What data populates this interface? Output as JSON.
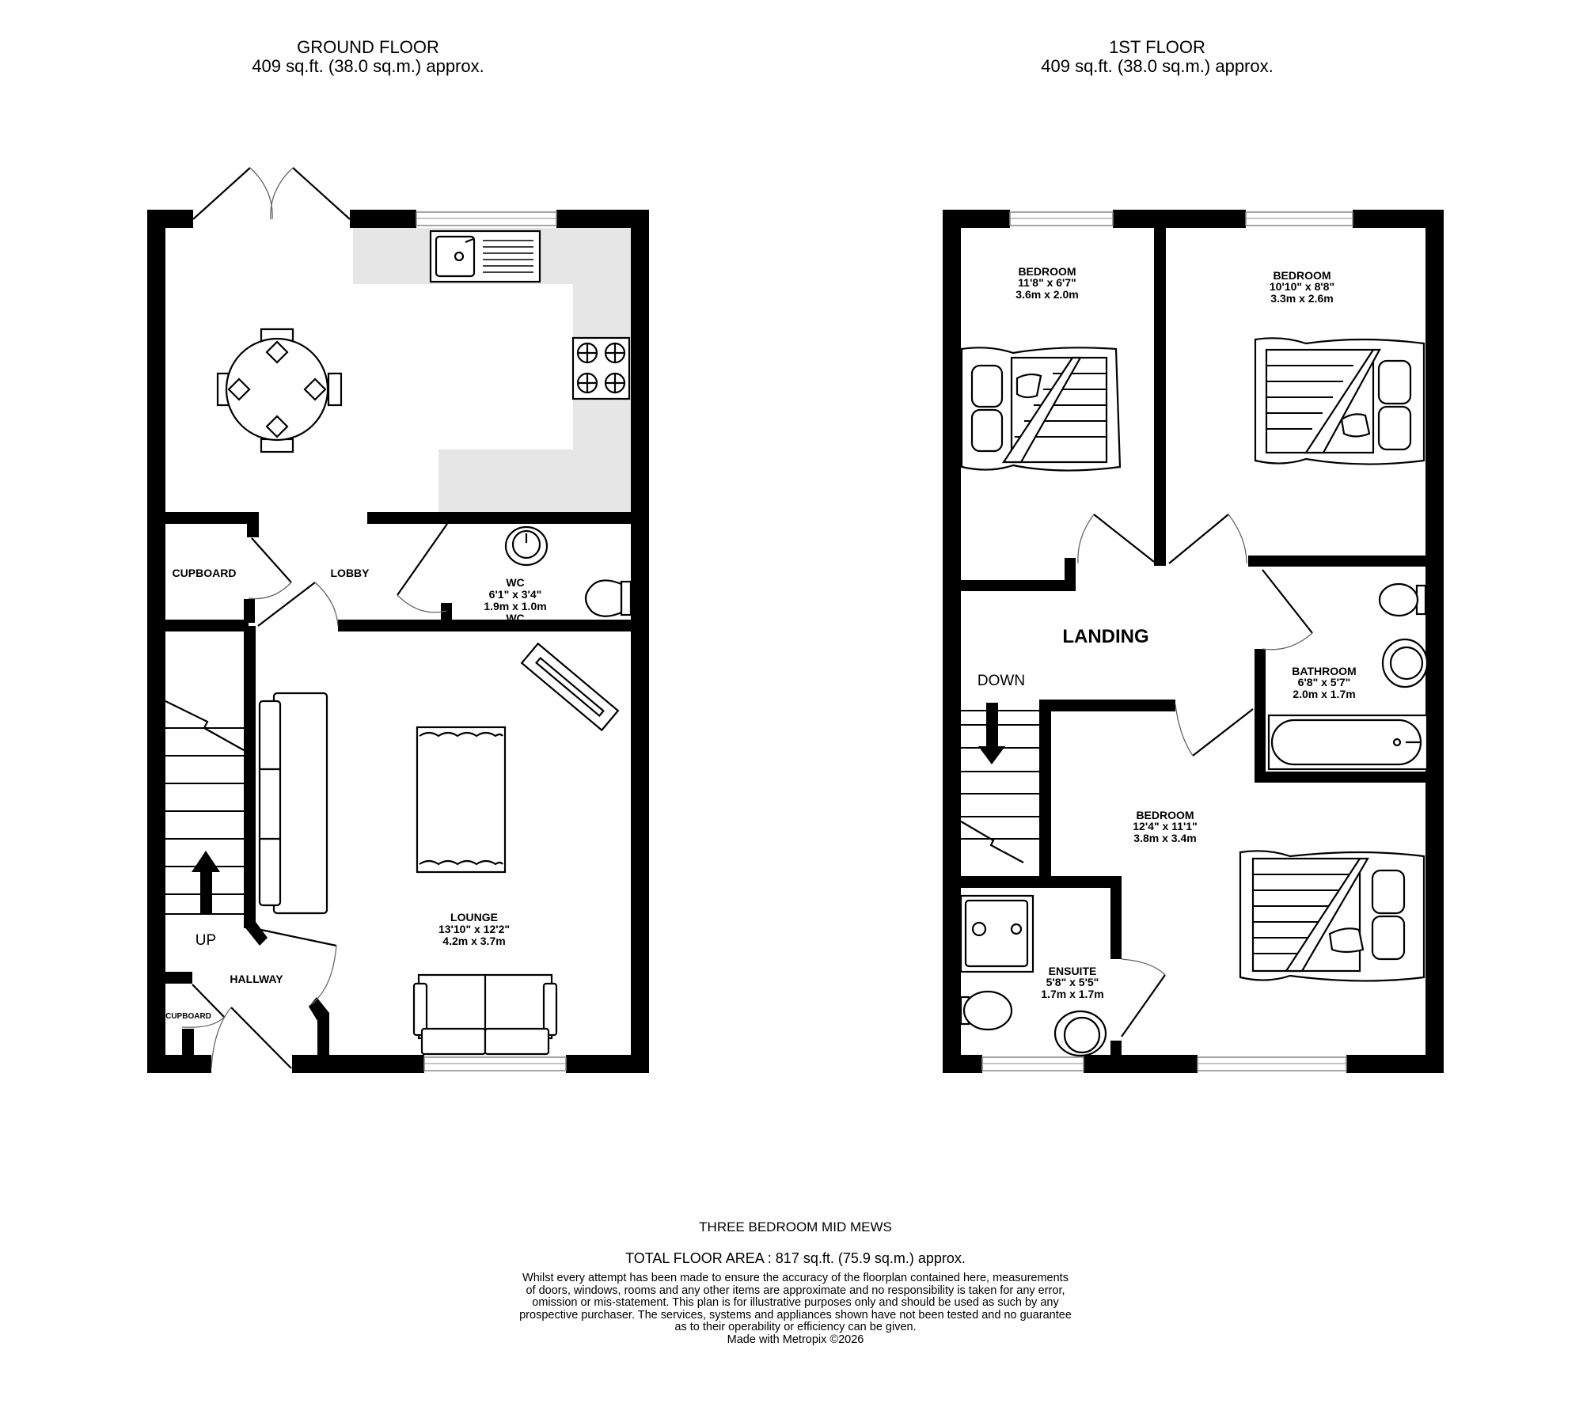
{
  "ground_floor": {
    "title": "GROUND FLOOR",
    "area": "409 sq.ft. (38.0 sq.m.) approx.",
    "rooms": {
      "cupboard": {
        "name": "CUPBOARD"
      },
      "lobby": {
        "name": "LOBBY"
      },
      "wc": {
        "name": "WC",
        "dim_imperial": "6'1\"  x 3'4\"",
        "dim_metric": "1.9m  x 1.0m",
        "caption": "WC"
      },
      "lounge": {
        "name": "LOUNGE",
        "dim_imperial": "13'10\"  x 12'2\"",
        "dim_metric": "4.2m  x 3.7m"
      },
      "hallway": {
        "name": "HALLWAY"
      },
      "hall_cupboard": {
        "name": "CUPBOARD"
      }
    },
    "stairs_label": "UP"
  },
  "first_floor": {
    "title": "1ST FLOOR",
    "area": "409 sq.ft. (38.0 sq.m.) approx.",
    "rooms": {
      "bedroom_1": {
        "name": "BEDROOM",
        "dim_imperial": "11'8\"  x 6'7\"",
        "dim_metric": "3.6m  x 2.0m"
      },
      "bedroom_2": {
        "name": "BEDROOM",
        "dim_imperial": "10'10\"  x 8'8\"",
        "dim_metric": "3.3m  x 2.6m"
      },
      "landing": {
        "name": "LANDING"
      },
      "bathroom": {
        "name": "BATHROOM",
        "dim_imperial": "6'8\"  x 5'7\"",
        "dim_metric": "2.0m  x 1.7m"
      },
      "bedroom_3": {
        "name": "BEDROOM",
        "dim_imperial": "12'4\"  x 11'1\"",
        "dim_metric": "3.8m  x 3.4m"
      },
      "ensuite": {
        "name": "ENSUITE",
        "dim_imperial": "5'8\"  x 5'5\"",
        "dim_metric": "1.7m  x 1.7m"
      }
    },
    "stairs_label": "DOWN"
  },
  "footer": {
    "property_type": "THREE BEDROOM MID MEWS",
    "total_area": "TOTAL FLOOR AREA : 817 sq.ft. (75.9 sq.m.) approx.",
    "disclaimer": [
      "Whilst every attempt has been made to ensure the accuracy of the floorplan contained here, measurements",
      "of doors, windows, rooms and any other items are approximate and no responsibility is taken for any error,",
      "omission or mis-statement. This plan is for illustrative purposes only and should be used as such by any",
      "prospective purchaser. The services, systems and appliances shown have not been tested and no guarantee",
      "as to their operability or efficiency can be given."
    ],
    "credit": "Made with Metropix ©2026"
  },
  "colors": {
    "wall": "#000000",
    "kitchen_counter": "#e6e6e6",
    "window": "#888888"
  }
}
